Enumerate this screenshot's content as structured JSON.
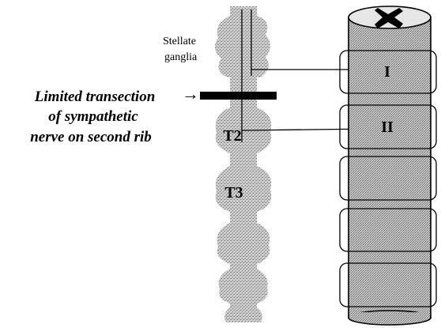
{
  "labels": {
    "stellate_line1": "Stellate",
    "stellate_line2": "ganglia",
    "transection_line1": "Limited transection",
    "transection_line2": "of sympathetic",
    "transection_line3": "nerve on second rib",
    "arrow": "→"
  },
  "chain": {
    "ganglia": [
      {
        "label": ""
      },
      {
        "label": ""
      },
      {
        "label": "T2"
      },
      {
        "label": "T3"
      },
      {
        "label": ""
      },
      {
        "label": ""
      }
    ]
  },
  "spinal_cord": {
    "segments": [
      {
        "label": "I"
      },
      {
        "label": "II"
      },
      {
        "label": ""
      },
      {
        "label": ""
      },
      {
        "label": ""
      }
    ]
  },
  "colors": {
    "stipple_light": "#c9c9c9",
    "stipple_dark": "#7a7a7a",
    "ink": "#000000"
  }
}
